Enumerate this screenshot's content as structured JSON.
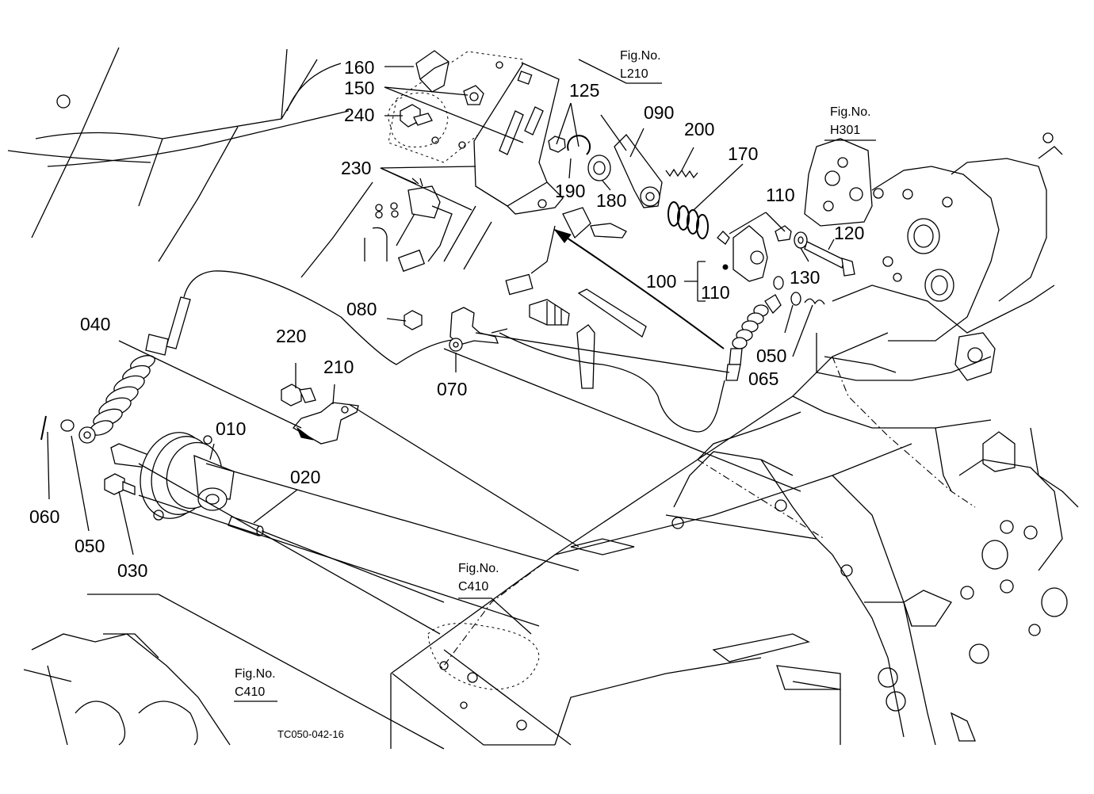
{
  "parts": [
    {
      "ref": "160"
    },
    {
      "ref": "150"
    },
    {
      "ref": "240"
    },
    {
      "ref": "230"
    },
    {
      "ref": "125"
    },
    {
      "ref": "090"
    },
    {
      "ref": "200"
    },
    {
      "ref": "170"
    },
    {
      "ref": "190"
    },
    {
      "ref": "180"
    },
    {
      "ref": "110"
    },
    {
      "ref": "120"
    },
    {
      "ref": "100"
    },
    {
      "ref": "110"
    },
    {
      "ref": "130"
    },
    {
      "ref": "050"
    },
    {
      "ref": "065"
    },
    {
      "ref": "080"
    },
    {
      "ref": "070"
    },
    {
      "ref": "220"
    },
    {
      "ref": "210"
    },
    {
      "ref": "040"
    },
    {
      "ref": "010"
    },
    {
      "ref": "020"
    },
    {
      "ref": "060"
    },
    {
      "ref": "050"
    },
    {
      "ref": "030"
    }
  ],
  "fig_refs": [
    {
      "caption": "Fig.No.",
      "code": "L210"
    },
    {
      "caption": "Fig.No.",
      "code": "H301"
    },
    {
      "caption": "Fig.No.",
      "code": "C410"
    },
    {
      "caption": "Fig.No.",
      "code": "C410"
    }
  ],
  "drawing_code": "TC050-042-16"
}
